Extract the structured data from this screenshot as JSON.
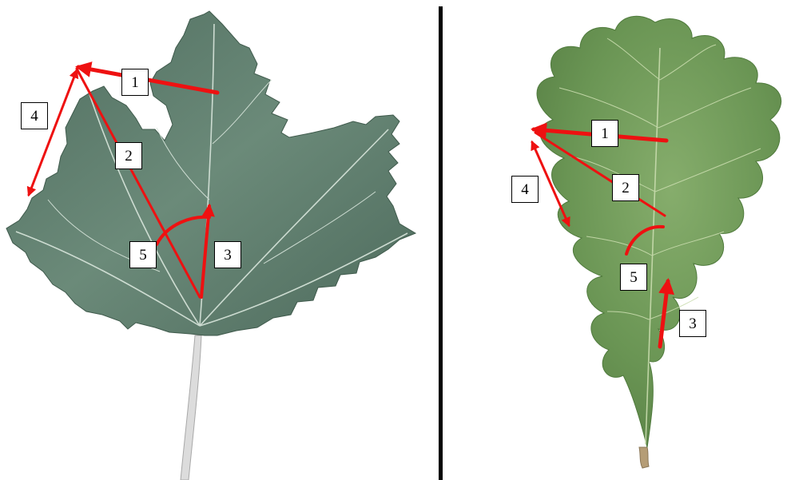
{
  "colors": {
    "background": "#ffffff",
    "divider": "#000000",
    "annotation": "#ee1111",
    "left_leaf_fill": "#5b7a69",
    "left_leaf_vein": "#d9e6dc",
    "right_leaf_fill": "#6d9a56",
    "right_leaf_vein": "#c9dcae"
  },
  "panels": [
    {
      "leaf": "poplar-leaf",
      "callouts": [
        "1",
        "2",
        "3",
        "4",
        "5"
      ]
    },
    {
      "leaf": "oak-leaf",
      "callouts": [
        "1",
        "2",
        "3",
        "4",
        "5"
      ]
    }
  ]
}
